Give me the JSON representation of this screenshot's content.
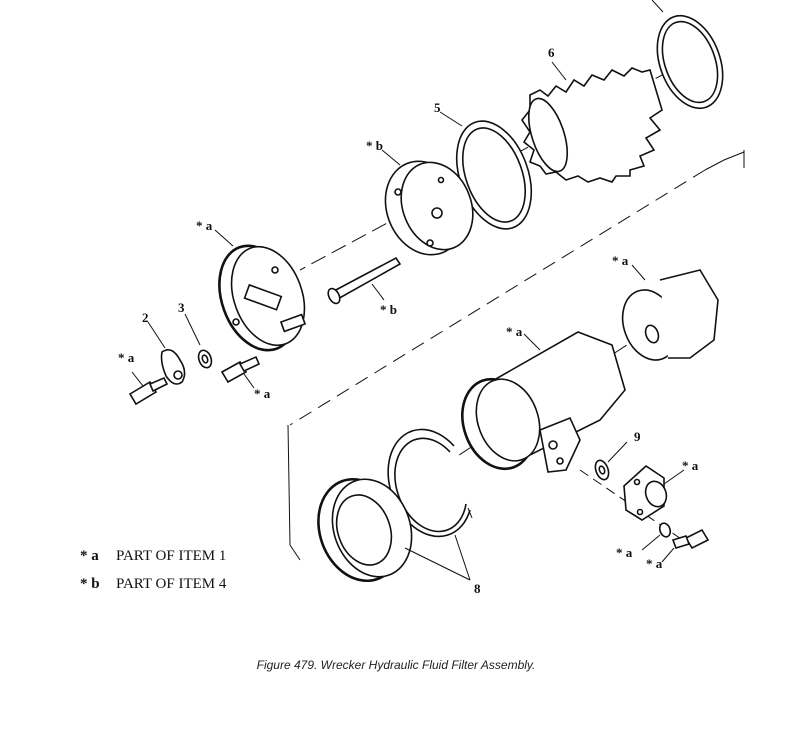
{
  "figure": {
    "caption": "Figure 479.  Wrecker Hydraulic Fluid Filter Assembly."
  },
  "callouts": {
    "c2": "2",
    "c3": "3",
    "c5": "5",
    "c6": "6",
    "c8": "8",
    "c9": "9",
    "star_a": "* a",
    "star_b": "* b"
  },
  "legend": [
    {
      "key": "* a",
      "text": "PART OF ITEM 1"
    },
    {
      "key": "* b",
      "text": "PART OF ITEM 4"
    }
  ]
}
